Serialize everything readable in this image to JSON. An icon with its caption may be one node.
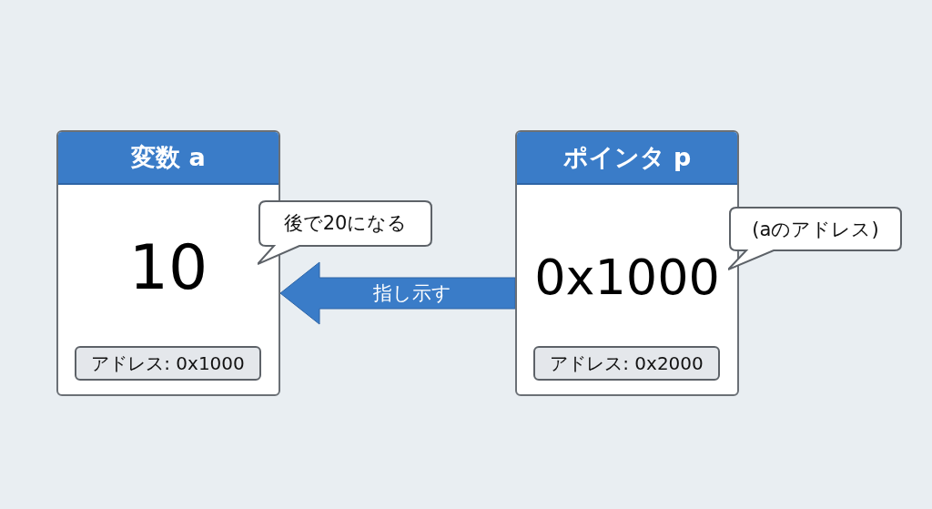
{
  "diagram": {
    "nodes": [
      {
        "text": [
          "変数 a",
          "10"
        ]
      },
      {
        "text": [
          "アドレス: 0x1000"
        ],
        "in": 0
      },
      {
        "text": [
          "後で20になる"
        ]
      },
      {
        "text": [
          "ポインタ p",
          "0x1000"
        ]
      },
      {
        "text": [
          "アドレス: 0x2000"
        ],
        "in": 3
      },
      {
        "text": [
          "(aのアドレス)"
        ]
      }
    ],
    "edges": [
      {
        "from": 3,
        "to": 0,
        "arrow": "to",
        "label": "指し示す"
      }
    ]
  }
}
